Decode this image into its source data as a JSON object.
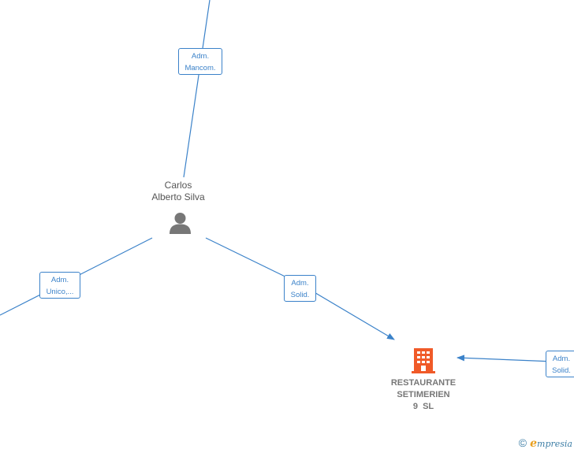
{
  "person": {
    "name_line1": "Carlos",
    "name_line2": "Alberto Silva",
    "icon": "person-icon"
  },
  "company": {
    "name_line1": "RESTAURANTE",
    "name_line2": "SETIMERIEN",
    "name_line3": "9  SL",
    "icon": "building-icon",
    "color": "#f05a28"
  },
  "roles": {
    "top": {
      "line1": "Adm.",
      "line2": "Mancom."
    },
    "left": {
      "line1": "Adm.",
      "line2": "Unico,..."
    },
    "middle": {
      "line1": "Adm.",
      "line2": "Solid."
    },
    "right": {
      "line1": "Adm.",
      "line2": "Solid."
    }
  },
  "colors": {
    "edge": "#3b82c9",
    "person_icon": "#777777"
  },
  "brand": {
    "copyright": "©",
    "e": "e",
    "rest": "mpresia"
  }
}
